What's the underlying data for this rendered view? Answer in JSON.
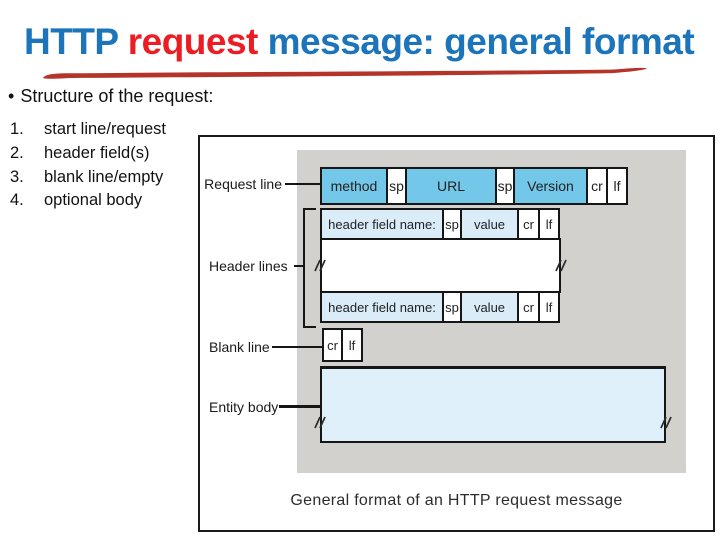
{
  "page": {
    "title": [
      {
        "text": "HTTP ",
        "color": "#1C75BB"
      },
      {
        "text": "request",
        "color": "#EC1C23"
      },
      {
        "text": " message: general format",
        "color": "#1C75BB"
      }
    ],
    "bullet_marker": "•",
    "bullet_text": "Structure of the request:",
    "list_items": [
      {
        "num": "1.",
        "text": "start line/request"
      },
      {
        "num": "2.",
        "text": "header field(s)"
      },
      {
        "num": "3.",
        "text": "blank line/empty"
      },
      {
        "num": "4.",
        "text": "optional body"
      }
    ]
  },
  "diagram": {
    "label_request_line": "Request line",
    "label_header_lines": "Header lines",
    "label_blank_line": "Blank line",
    "label_entity_body": "Entity body",
    "request_row": {
      "method": "method",
      "sp1": "sp",
      "url": "URL",
      "sp2": "sp",
      "version": "Version",
      "cr": "cr",
      "lf": "lf"
    },
    "header_row1": {
      "name": "header field name:",
      "sp": "sp",
      "value": "value",
      "cr": "cr",
      "lf": "lf"
    },
    "header_row2": {
      "name": "header field name:",
      "sp": "sp",
      "value": "value",
      "cr": "cr",
      "lf": "lf"
    },
    "blank_row": {
      "cr": "cr",
      "lf": "lf"
    },
    "caption": "General format of an HTTP request message"
  },
  "colors": {
    "title_blue": "#1C75BB",
    "title_red": "#EC1C23",
    "underline_red": "#B5342A",
    "box_cyan": "#73C7E9",
    "box_lightblue": "#DAECF8",
    "entity_blue": "#E0F0FA",
    "panel_gray": "#D3D1CD",
    "border_black": "#161616"
  }
}
